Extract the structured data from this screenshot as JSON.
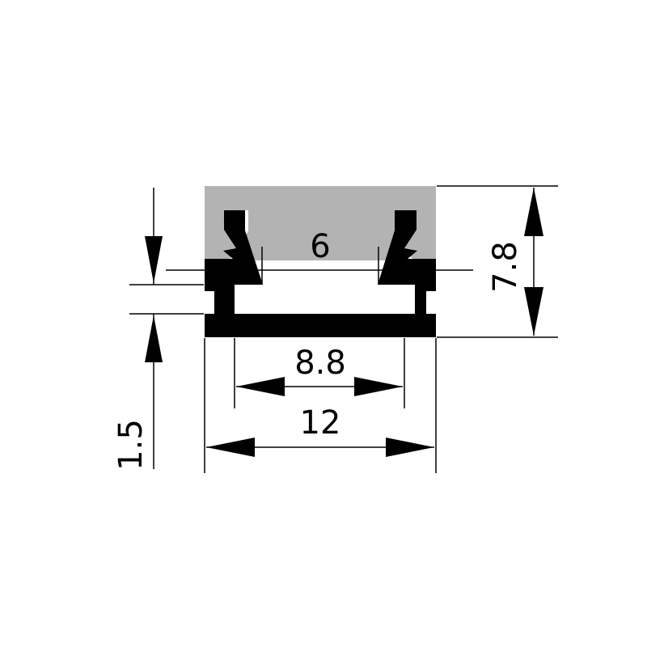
{
  "colors": {
    "background": "#ffffff",
    "profile": "#000000",
    "diffuser": "#b3b3b3",
    "lines": "#000000"
  },
  "dimensions": {
    "opening": "6",
    "inner_width": "8.8",
    "outer_width": "12",
    "height": "7.8",
    "base_thickness": "1.5"
  }
}
